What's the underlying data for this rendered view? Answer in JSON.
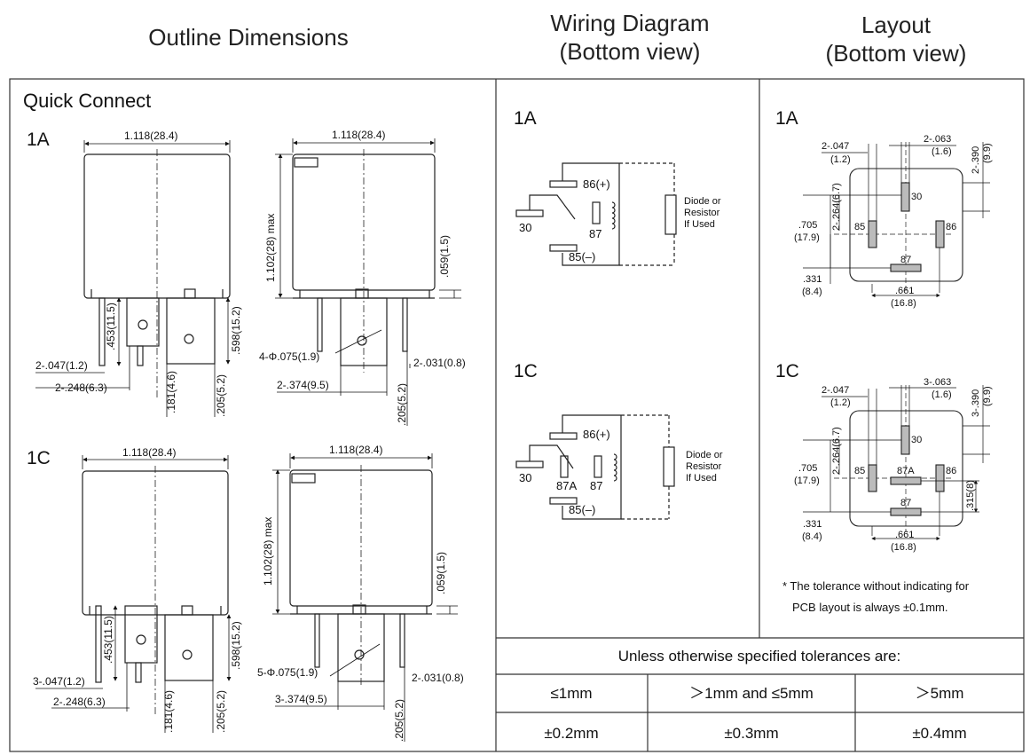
{
  "headers": {
    "outline": "Outline Dimensions",
    "wiring_line1": "Wiring Diagram",
    "wiring_line2": "(Bottom view)",
    "layout_line1": "Layout",
    "layout_line2": "(Bottom view)"
  },
  "outline": {
    "section_title": "Quick Connect",
    "variant_1a": "1A",
    "variant_1c": "1C",
    "dims": {
      "width": "1.118(28.4)",
      "height": "1.102(28) max",
      "d059": ".059(1.5)",
      "d453": ".453(11.5)",
      "d598": ".598(15.2)",
      "d181": ".181(4.6)",
      "d205": ".205(5.2)",
      "pin_w_1a": "2-.047(1.2)",
      "pin_w_1c": "3-.047(1.2)",
      "pitch_1a": "2-.248(6.3)",
      "pitch_1c": "2-.248(6.3)",
      "phi_1a": "4-Φ.075(1.9)",
      "phi_1c": "5-Φ.075(1.9)",
      "d374_1a": "2-.374(9.5)",
      "d374_1c": "3-.374(9.5)",
      "d031": "2-.031(0.8)"
    }
  },
  "wiring": {
    "variant_1a": "1A",
    "variant_1c": "1C",
    "t86": "86(+)",
    "t85": "85(–)",
    "t30": "30",
    "t87": "87",
    "t87a": "87A",
    "diode_line1": "Diode or",
    "diode_line2": "Resistor",
    "diode_line3": "If Used"
  },
  "layout": {
    "variant_1a": "1A",
    "variant_1c": "1C",
    "d047_in": "2-.047",
    "d047_mm": "(1.2)",
    "d063_in_1a": "2-.063",
    "d063_in_1c": "3-.063",
    "d063_mm": "(1.6)",
    "d390_in_1a": "2-.390",
    "d390_in_1c": "3-.390",
    "d390_mm": "(9.9)",
    "d264": "2-.264(6.7)",
    "d705_in": ".705",
    "d705_mm": "(17.9)",
    "d331_in": ".331",
    "d331_mm": "(8.4)",
    "d661_in": ".661",
    "d661_mm": "(16.8)",
    "d315": ".315(8)",
    "p30": "30",
    "p85": "85",
    "p86": "86",
    "p87": "87",
    "p87a": "87A",
    "note_line1": "* The tolerance without indicating for",
    "note_line2": "PCB layout is always ±0.1mm."
  },
  "tolerances": {
    "title": "Unless otherwise specified tolerances are:",
    "headers": [
      "≤1mm",
      "＞1mm and ≤5mm",
      "＞5mm"
    ],
    "values": [
      "±0.2mm",
      "±0.3mm",
      "±0.4mm"
    ]
  }
}
